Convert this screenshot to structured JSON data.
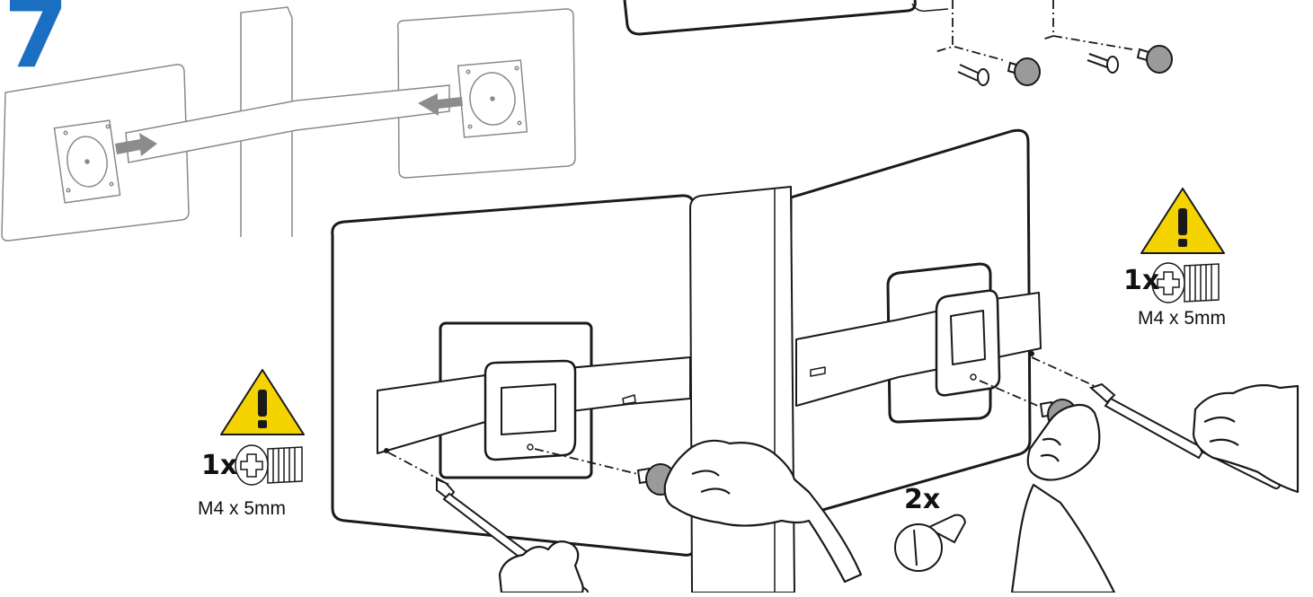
{
  "step": {
    "number": "7"
  },
  "warnings": [
    {
      "quantity": "1x",
      "screw_spec": "M4 x 5mm"
    },
    {
      "quantity": "1x",
      "screw_spec": "M4 x 5mm"
    }
  ],
  "thumbscrews": {
    "quantity": "2x"
  },
  "colors": {
    "step_number": "#1a6fc0",
    "warning_fill": "#f4d300",
    "arrow_fill": "#8c8c8c",
    "thumbscrew_fill": "#9a9a9a",
    "line": "#1a1a1a"
  },
  "icons": [
    "warning-icon",
    "flat-head-screw-icon",
    "thumbscrew-icon",
    "screwdriver-icon"
  ]
}
